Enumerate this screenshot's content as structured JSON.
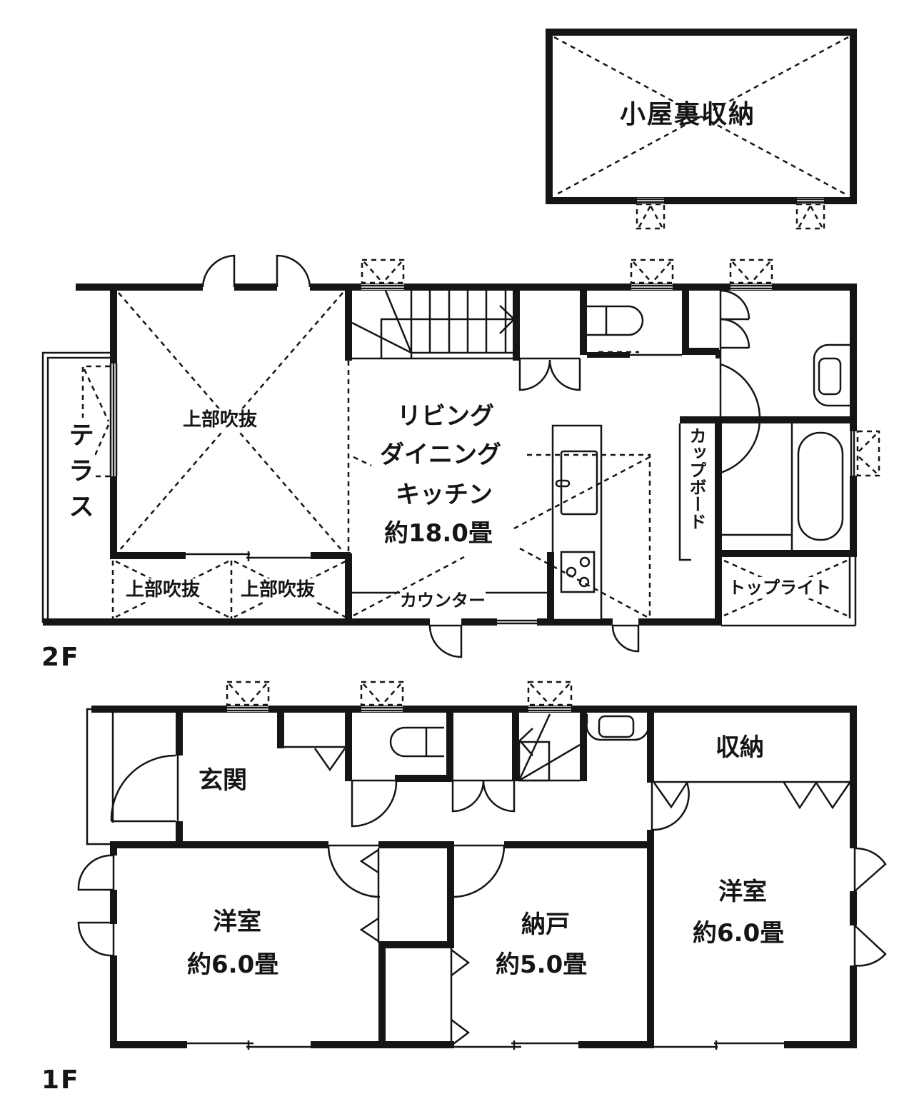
{
  "plan": {
    "attic": {
      "label": "小屋裏収納"
    },
    "floor2": {
      "floor_label": "2F",
      "rooms": {
        "void_main": "上部吹抜",
        "terrace": "テラス",
        "void_small_1": "上部吹抜",
        "void_small_2": "上部吹抜",
        "ldk_line1": "リビング",
        "ldk_line2": "ダイニング",
        "ldk_line3": "キッチン",
        "ldk_size": "約18.0畳",
        "counter": "カウンター",
        "cupboard": "カップボード",
        "toplight": "トップライト"
      }
    },
    "floor1": {
      "floor_label": "1F",
      "rooms": {
        "entrance": "玄関",
        "storage": "収納",
        "western_left_name": "洋室",
        "western_left_size": "約6.0畳",
        "closet_name": "納戸",
        "closet_size": "約5.0畳",
        "western_right_name": "洋室",
        "western_right_size": "約6.0畳"
      }
    },
    "colors": {
      "wall": "#151515",
      "background": "#ffffff"
    }
  }
}
